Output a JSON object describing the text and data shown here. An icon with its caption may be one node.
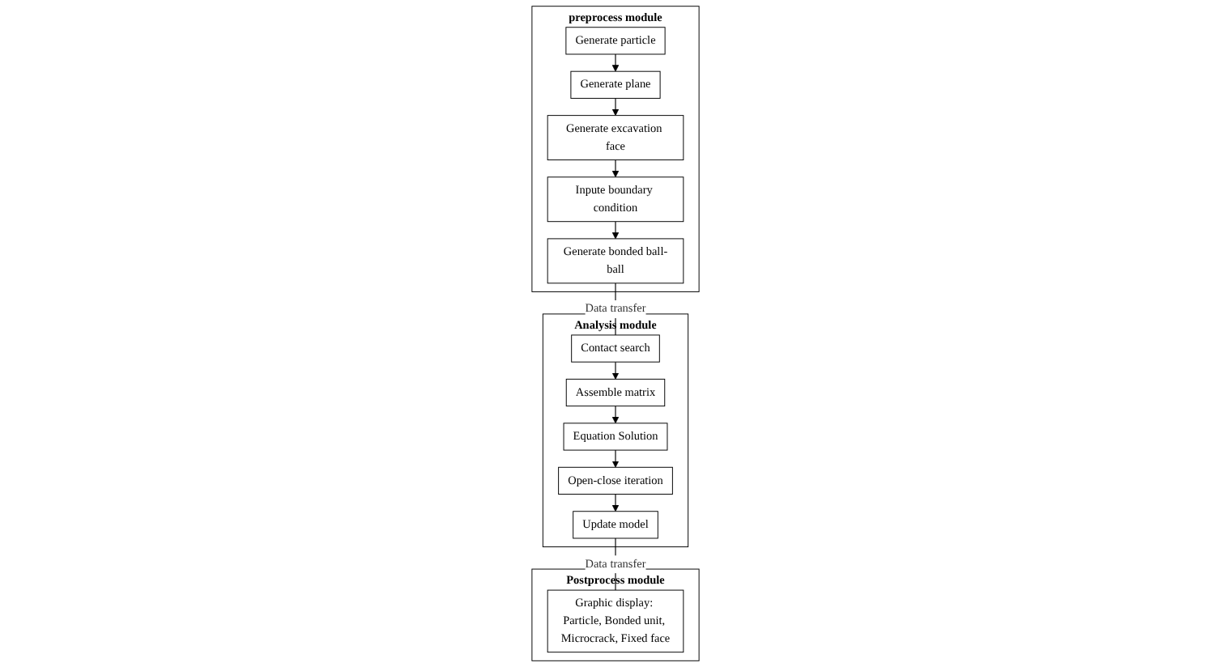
{
  "diagram": {
    "nodes": [
      {
        "text": [
          "preprocess module"
        ]
      },
      {
        "text": [
          "Generate particle"
        ],
        "in": 0
      },
      {
        "text": [
          "Generate plane"
        ],
        "in": 0
      },
      {
        "text": [
          "Generate excavation face"
        ],
        "in": 0
      },
      {
        "text": [
          "Inpute boundary condition"
        ],
        "in": 0
      },
      {
        "text": [
          "Generate bonded ball-ball"
        ],
        "in": 0
      },
      {
        "text": [
          "Analysis module"
        ]
      },
      {
        "text": [
          "Contact search"
        ],
        "in": 6
      },
      {
        "text": [
          "Assemble matrix"
        ],
        "in": 6
      },
      {
        "text": [
          "Equation Solution"
        ],
        "in": 6
      },
      {
        "text": [
          "Open-close iteration"
        ],
        "in": 6
      },
      {
        "text": [
          "Update model"
        ],
        "in": 6
      },
      {
        "text": [
          "Postprocess module"
        ]
      },
      {
        "text": [
          "Graphic display: Particle, Bonded unit, Microcrack, Fixed face"
        ],
        "in": 12
      }
    ],
    "edges": [
      {
        "from": 1,
        "to": 2,
        "arrow": "to"
      },
      {
        "from": 2,
        "to": 3,
        "arrow": "to"
      },
      {
        "from": 3,
        "to": 4,
        "arrow": "to"
      },
      {
        "from": 4,
        "to": 5,
        "arrow": "to"
      },
      {
        "from": 5,
        "to": 7,
        "arrow": "none",
        "label": "Data transfer"
      },
      {
        "from": 7,
        "to": 8,
        "arrow": "to"
      },
      {
        "from": 8,
        "to": 9,
        "arrow": "to"
      },
      {
        "from": 9,
        "to": 10,
        "arrow": "to"
      },
      {
        "from": 10,
        "to": 11,
        "arrow": "to"
      },
      {
        "from": 11,
        "to": 13,
        "arrow": "none",
        "label": "Data transfer"
      }
    ]
  }
}
